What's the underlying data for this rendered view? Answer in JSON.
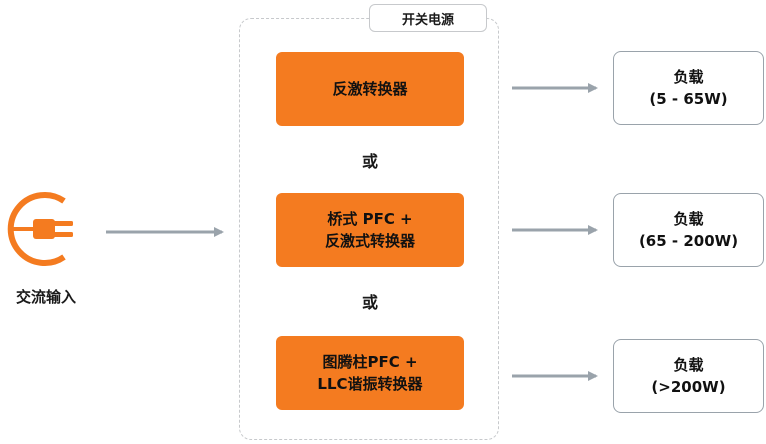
{
  "group": {
    "label": "开关电源"
  },
  "input": {
    "label": "交流输入",
    "icon": "ac-plug-icon"
  },
  "converters": [
    {
      "label": "反激转换器"
    },
    {
      "label": "桥式 PFC +\n反激式转换器"
    },
    {
      "label": "图腾柱PFC +\nLLC谐振转换器"
    }
  ],
  "or_text": [
    "或",
    "或"
  ],
  "loads": [
    {
      "title": "负载",
      "range": "(5 - 65W)"
    },
    {
      "title": "负载",
      "range": "(65 - 200W)"
    },
    {
      "title": "负载",
      "range": "(>200W)"
    }
  ],
  "colors": {
    "accent": "#f47b20",
    "arrow": "#9aa3ab",
    "border": "#c7c9cc"
  }
}
